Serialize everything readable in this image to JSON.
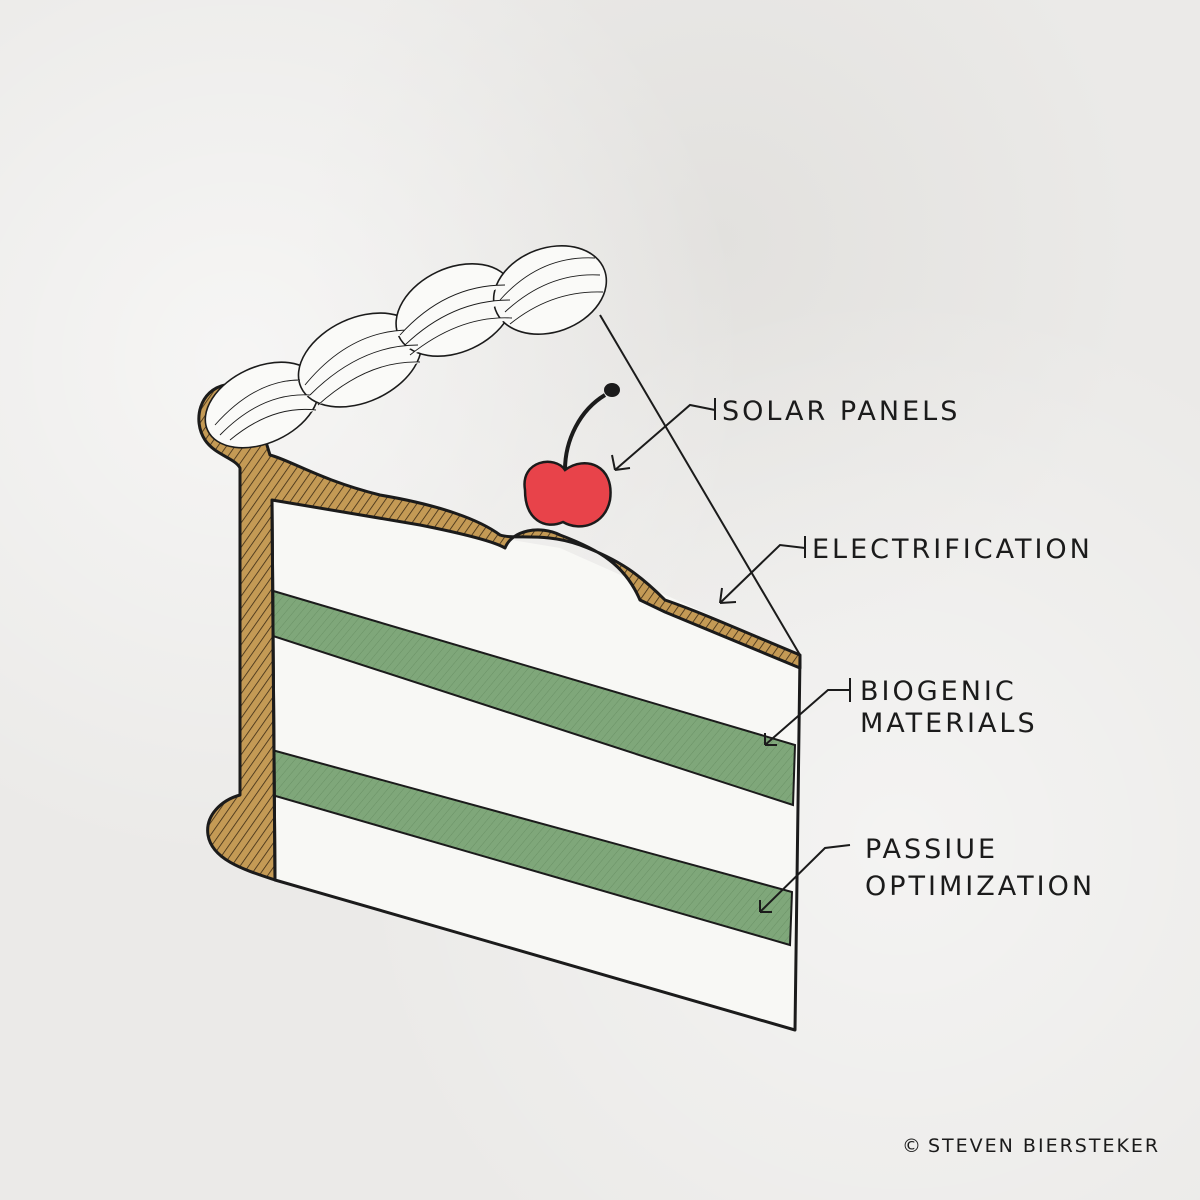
{
  "labels": {
    "solar_panels": "SOLAR PANELS",
    "electrification": "ELECTRIFICATION",
    "biogenic_line1": "BIOGENIC",
    "biogenic_line2": "MATERIALS",
    "passive_line1": "PASSIUE",
    "passive_line2": "OPTIMIZATION"
  },
  "credit": {
    "symbol": "©",
    "name": "STEVEN BIERSTEKER"
  },
  "colors": {
    "crust": "#c49a55",
    "filling": "#7fa77a",
    "sponge": "#f8f8f5",
    "cherry": "#e8434a",
    "ink": "#1b1b1b",
    "paper": "#ebeae8"
  }
}
